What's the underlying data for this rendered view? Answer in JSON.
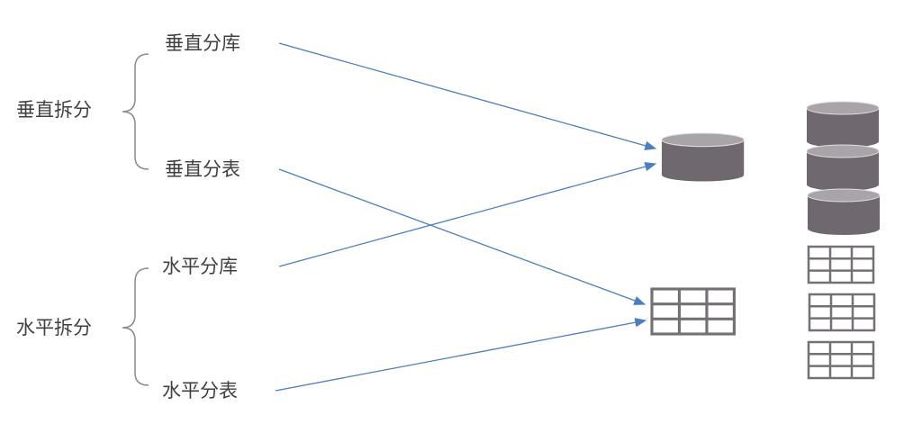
{
  "groups": [
    {
      "label": "垂直拆分",
      "items": [
        "垂直分库",
        "垂直分表"
      ]
    },
    {
      "label": "水平拆分",
      "items": [
        "水平分库",
        "水平分表"
      ]
    }
  ],
  "colors": {
    "arrow": "#4a7ebf",
    "db_body": "#6f686e",
    "db_top": "#a8a4a8",
    "grid": "#757075",
    "text": "#404040"
  }
}
